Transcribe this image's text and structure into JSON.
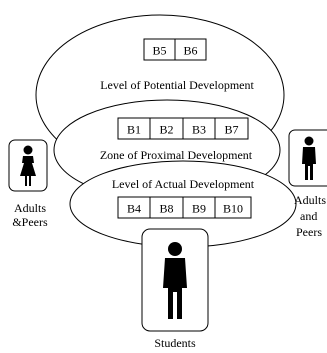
{
  "levels": {
    "potential": {
      "title": "Level of Potential Development",
      "items": [
        "B5",
        "B6"
      ]
    },
    "proximal": {
      "title": "Zone of Proximal Development",
      "items": [
        "B1",
        "B2",
        "B3",
        "B7"
      ]
    },
    "actual": {
      "title": "Level of Actual Development",
      "items": [
        "B4",
        "B8",
        "B9",
        "B10"
      ]
    }
  },
  "actors": {
    "left": {
      "line1": "Adults",
      "line2": "&Peers",
      "icon": "female-person-icon"
    },
    "right": {
      "line1": "Adults",
      "line2": "and",
      "line3": "Peers",
      "icon": "male-person-icon"
    },
    "bottom": {
      "line1": "Students",
      "icon": "male-person-icon"
    }
  }
}
